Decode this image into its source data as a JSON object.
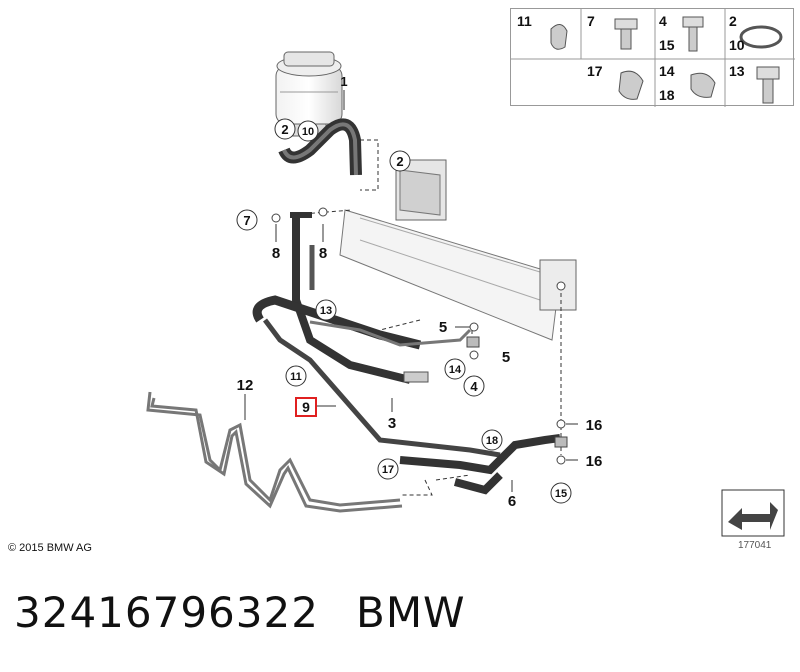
{
  "callouts": {
    "c1": "1",
    "c2a": "2",
    "c10": "10",
    "c2b": "2",
    "c7": "7",
    "c8a": "8",
    "c8b": "8",
    "c13": "13",
    "c5a": "5",
    "c5b": "5",
    "c14": "14",
    "c4": "4",
    "c11": "11",
    "c9": "9",
    "c3": "3",
    "c12": "12",
    "c18": "18",
    "c17": "17",
    "c6": "6",
    "c16a": "16",
    "c16b": "16",
    "c15": "15"
  },
  "legend": {
    "r1": [
      "11",
      "7",
      "4",
      "2"
    ],
    "r1b": [
      "15",
      "10"
    ],
    "r2": [
      "17",
      "14",
      "13"
    ],
    "r2b": [
      "18"
    ]
  },
  "copyright": "© 2015 BMW AG",
  "diagram_number": "177041",
  "part_number": "32416796322",
  "brand": "BMW",
  "highlight_color": "#e02020"
}
